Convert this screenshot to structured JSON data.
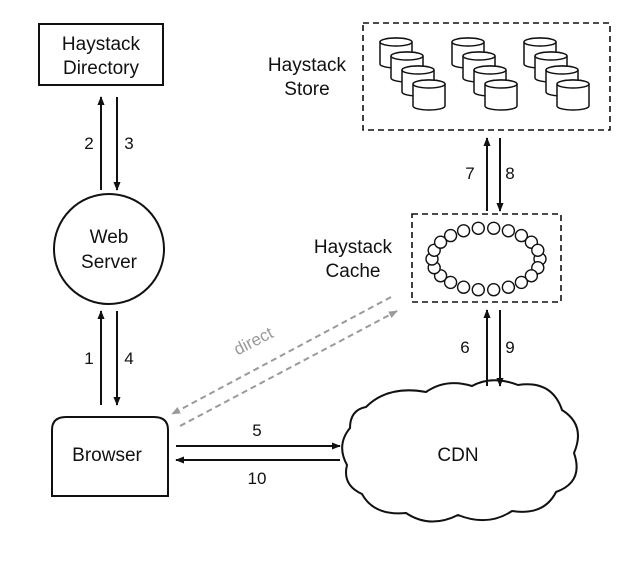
{
  "nodes": {
    "directory": {
      "line1": "Haystack",
      "line2": "Directory"
    },
    "store": {
      "line1": "Haystack",
      "line2": "Store"
    },
    "web_server": {
      "line1": "Web",
      "line2": "Server"
    },
    "cache": {
      "line1": "Haystack",
      "line2": "Cache"
    },
    "browser": {
      "label": "Browser"
    },
    "cdn": {
      "label": "CDN"
    }
  },
  "edges": {
    "e1": "1",
    "e2": "2",
    "e3": "3",
    "e4": "4",
    "e5": "5",
    "e6": "6",
    "e7": "7",
    "e8": "8",
    "e9": "9",
    "e10": "10",
    "direct": "direct"
  },
  "colors": {
    "ink": "#111111",
    "direct_arrow": "#9a9a9a"
  }
}
